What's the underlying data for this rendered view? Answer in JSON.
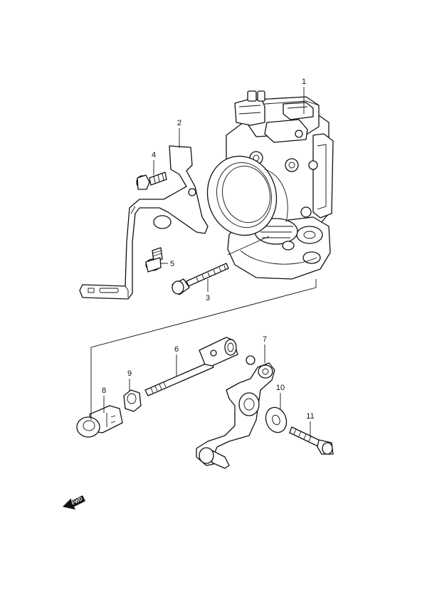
{
  "diagram": {
    "callouts": [
      {
        "id": "1",
        "label": "1"
      },
      {
        "id": "2",
        "label": "2"
      },
      {
        "id": "3",
        "label": "3"
      },
      {
        "id": "4",
        "label": "4"
      },
      {
        "id": "5",
        "label": "5"
      },
      {
        "id": "6",
        "label": "6"
      },
      {
        "id": "7",
        "label": "7"
      },
      {
        "id": "8",
        "label": "8"
      },
      {
        "id": "9",
        "label": "9"
      },
      {
        "id": "10",
        "label": "10"
      },
      {
        "id": "11",
        "label": "11"
      }
    ],
    "fwd_label": "FWD"
  }
}
